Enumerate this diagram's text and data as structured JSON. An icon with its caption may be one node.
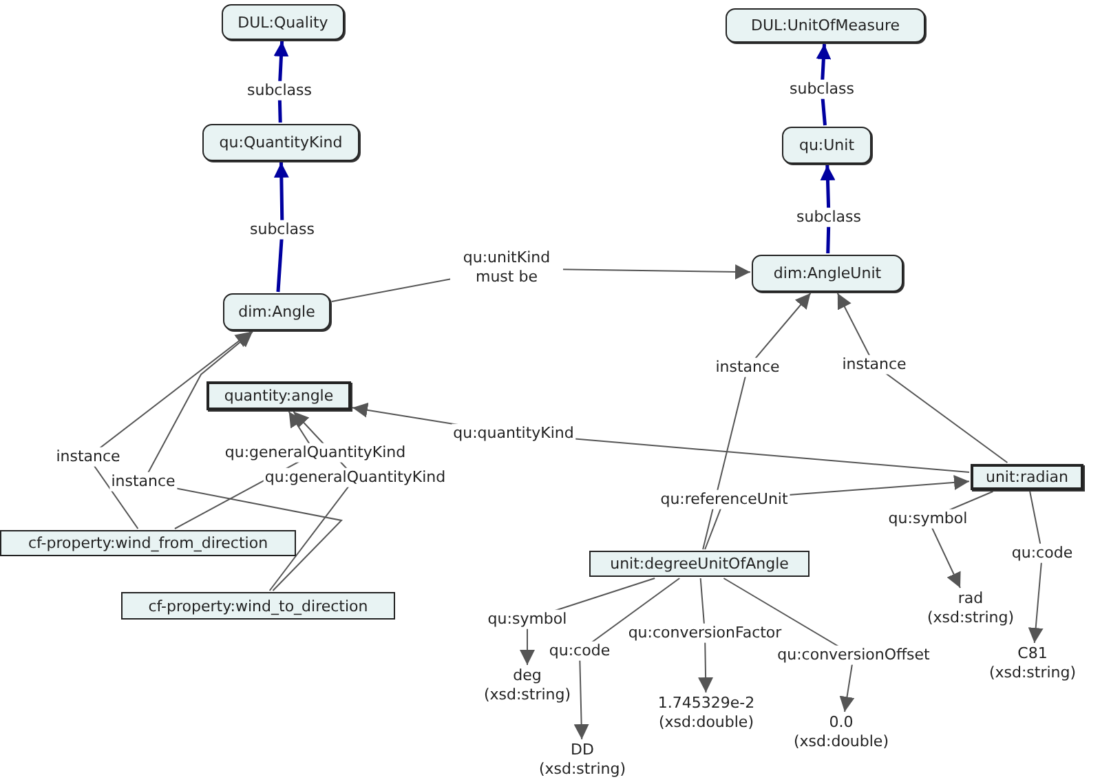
{
  "diagram": {
    "nodes": [
      {
        "text": [
          "DUL:Quality"
        ]
      },
      {
        "text": [
          "qu:QuantityKind"
        ]
      },
      {
        "text": [
          "dim:Angle"
        ]
      },
      {
        "text": [
          "DUL:UnitOfMeasure"
        ]
      },
      {
        "text": [
          "qu:Unit"
        ]
      },
      {
        "text": [
          "dim:AngleUnit"
        ]
      },
      {
        "text": [
          "quantity:angle"
        ]
      },
      {
        "text": [
          "unit:radian"
        ]
      },
      {
        "text": [
          "cf-property:wind_from_direction"
        ]
      },
      {
        "text": [
          "cf-property:wind_to_direction"
        ]
      },
      {
        "text": [
          "unit:degreeUnitOfAngle"
        ]
      },
      {
        "text": [
          "rad (xsd:string)"
        ]
      },
      {
        "text": [
          "C81 (xsd:string)"
        ]
      },
      {
        "text": [
          "deg (xsd:string)"
        ]
      },
      {
        "text": [
          "DD (xsd:string)"
        ]
      },
      {
        "text": [
          "1.745329e-2 (xsd:double)"
        ]
      },
      {
        "text": [
          "0.0 (xsd:double)"
        ]
      }
    ],
    "edges": [
      {
        "from": 1,
        "to": 0,
        "label": "subclass",
        "arrow": "to",
        "style": "thick",
        "color": "#0000a0"
      },
      {
        "from": 2,
        "to": 1,
        "label": "subclass",
        "arrow": "to",
        "style": "thick",
        "color": "#0000a0"
      },
      {
        "from": 4,
        "to": 3,
        "label": "subclass",
        "arrow": "to",
        "style": "thick",
        "color": "#0000a0"
      },
      {
        "from": 5,
        "to": 4,
        "label": "subclass",
        "arrow": "to",
        "style": "thick",
        "color": "#0000a0"
      },
      {
        "from": 2,
        "to": 5,
        "label": "qu:unitKind must be",
        "arrow": "to"
      },
      {
        "from": 8,
        "to": 2,
        "label": "instance",
        "arrow": "to"
      },
      {
        "from": 9,
        "to": 2,
        "label": "instance",
        "arrow": "to"
      },
      {
        "from": 8,
        "to": 6,
        "label": "qu:generalQuantityKind",
        "arrow": "to"
      },
      {
        "from": 9,
        "to": 6,
        "label": "qu:generalQuantityKind",
        "arrow": "to"
      },
      {
        "from": 7,
        "to": 6,
        "label": "qu:quantityKind",
        "arrow": "to"
      },
      {
        "from": 10,
        "to": 5,
        "label": "instance",
        "arrow": "to"
      },
      {
        "from": 7,
        "to": 5,
        "label": "instance",
        "arrow": "to"
      },
      {
        "from": 10,
        "to": 7,
        "label": "qu:referenceUnit",
        "arrow": "to"
      },
      {
        "from": 7,
        "to": 11,
        "label": "qu:symbol",
        "arrow": "to"
      },
      {
        "from": 7,
        "to": 12,
        "label": "qu:code",
        "arrow": "to"
      },
      {
        "from": 10,
        "to": 13,
        "label": "qu:symbol",
        "arrow": "to"
      },
      {
        "from": 10,
        "to": 14,
        "label": "qu:code",
        "arrow": "to"
      },
      {
        "from": 10,
        "to": 15,
        "label": "qu:conversionFactor",
        "arrow": "to"
      },
      {
        "from": 10,
        "to": 16,
        "label": "qu:conversionOffset",
        "arrow": "to"
      }
    ]
  }
}
